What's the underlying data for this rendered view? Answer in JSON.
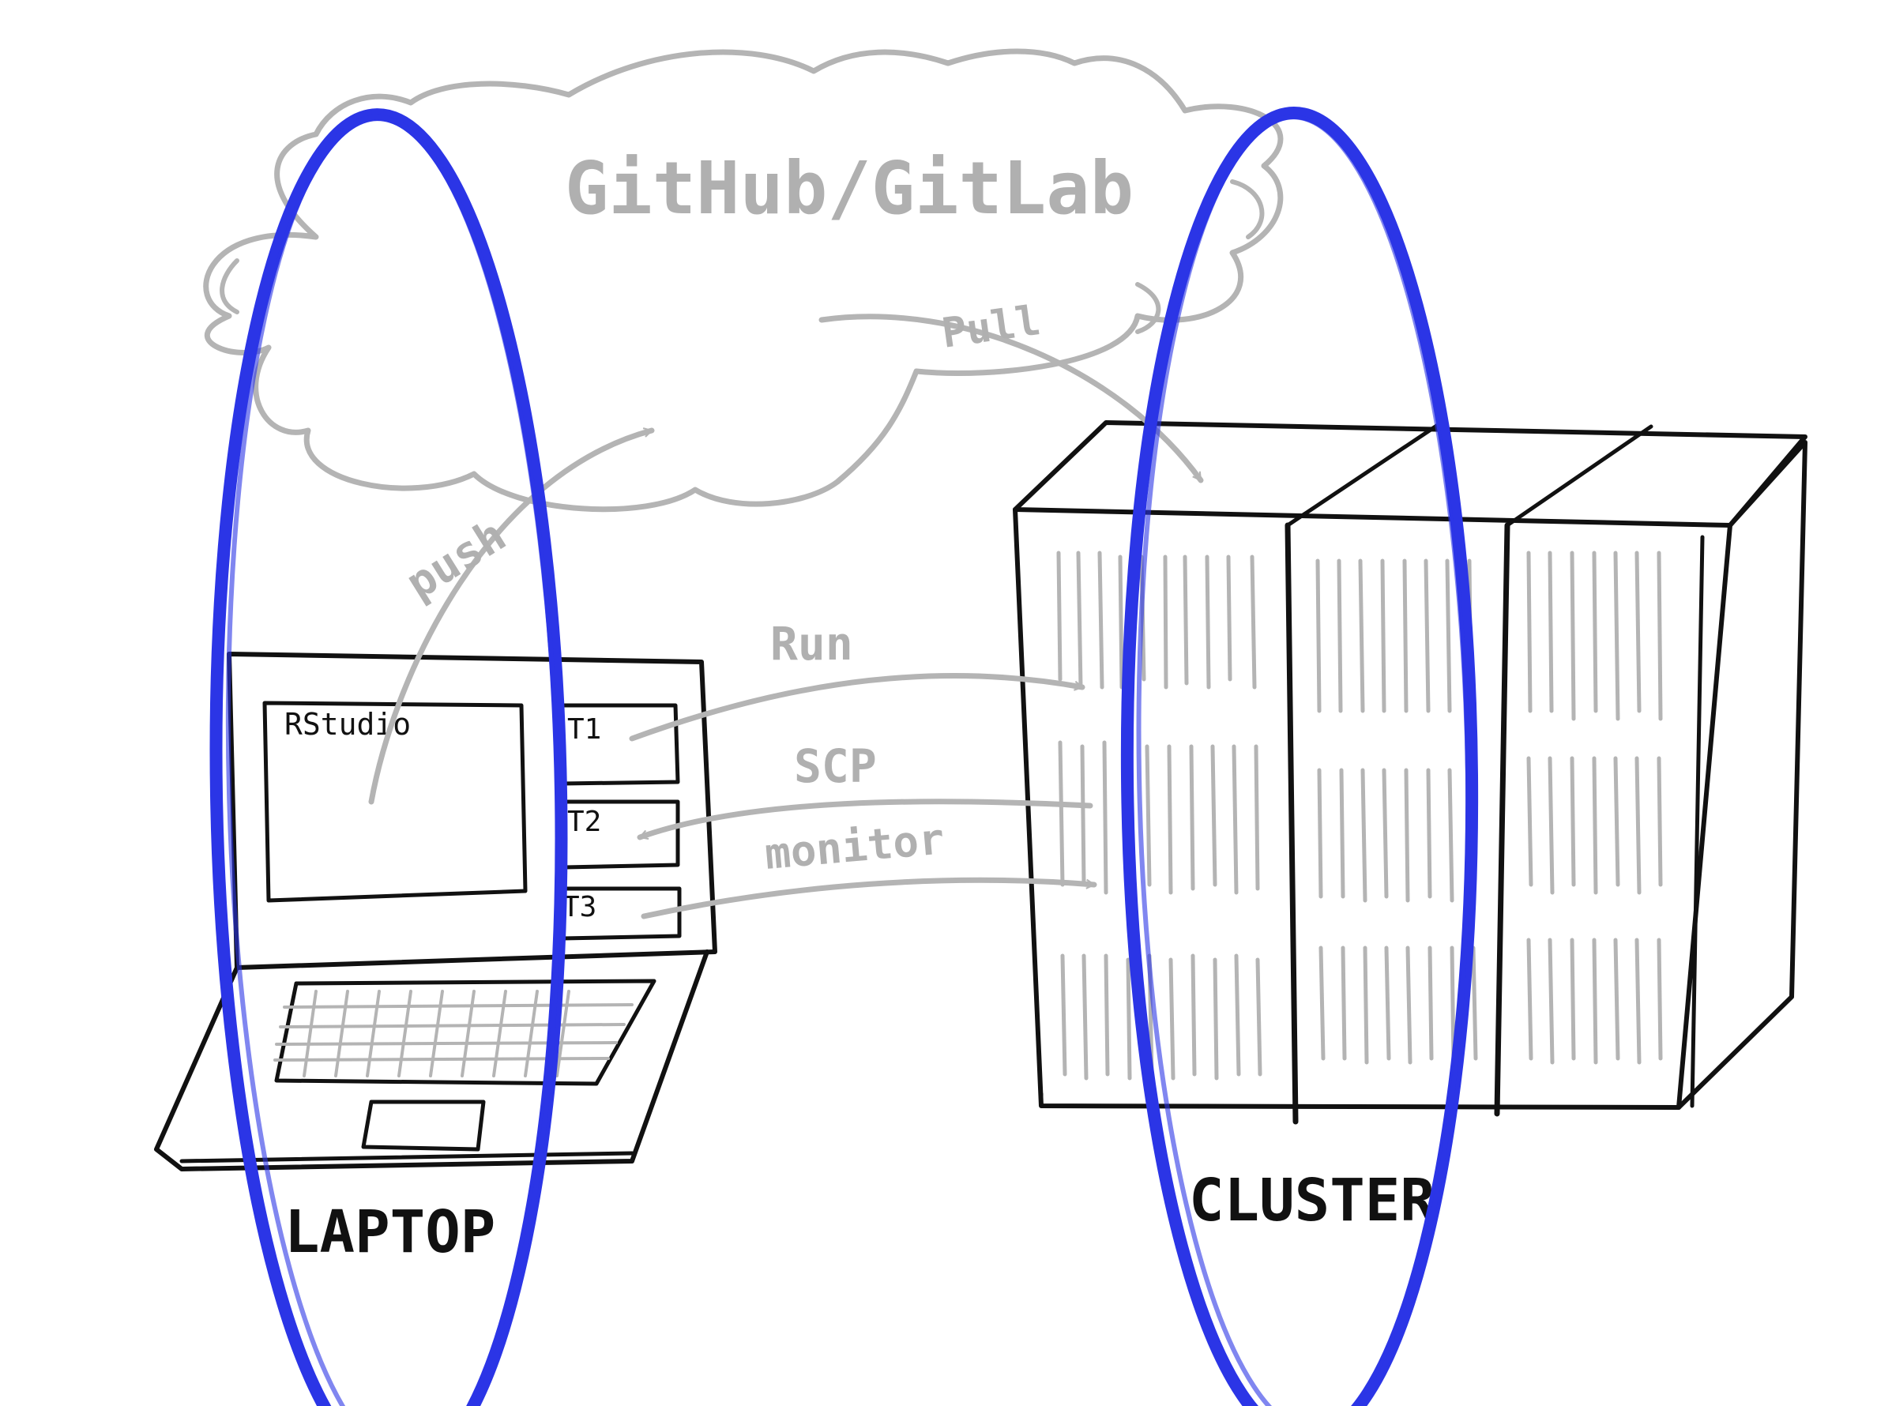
{
  "cloud": {
    "label": "GitHub/GitLab"
  },
  "arrows": {
    "push": "push",
    "pull": "Pull",
    "run": "Run",
    "scp": "SCP",
    "monitor": "monitor"
  },
  "laptop": {
    "label": "LAPTOP",
    "rstudio": "RStudio",
    "terminals": [
      "T1",
      "T2",
      "T3"
    ]
  },
  "cluster": {
    "label": "CLUSTER"
  },
  "colors": {
    "highlight": "#2b35e6",
    "ink": "#111111",
    "secondary_ink": "#b4b4b4"
  }
}
